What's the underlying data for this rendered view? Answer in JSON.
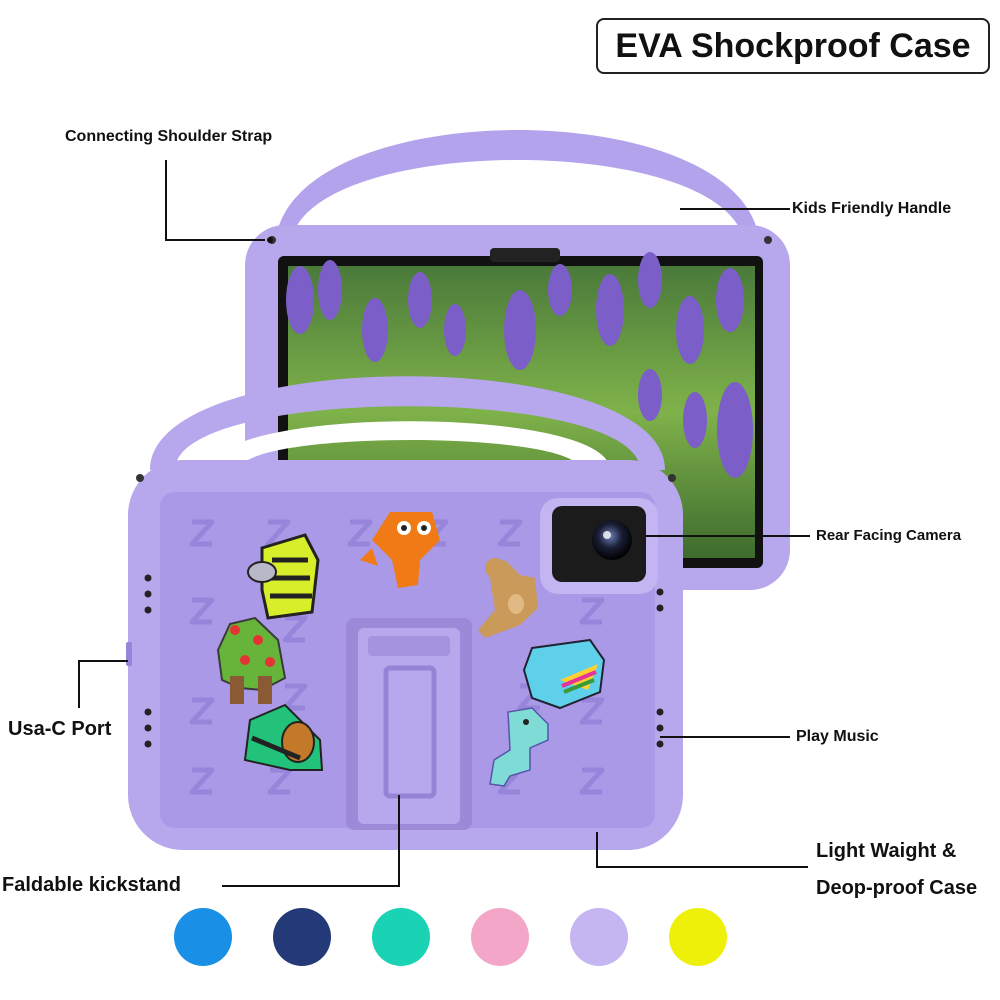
{
  "title": "EVA Shockproof Case",
  "labels": {
    "shoulder_strap": "Connecting Shoulder Strap",
    "handle": "Kids Friendly Handle",
    "camera": "Rear Facing Camera",
    "port": "Usa-C Port",
    "music": "Play Music",
    "kickstand": "Faldable kickstand",
    "light_line1": "Light Waight &",
    "light_line2": "Deop-proof Case"
  },
  "colors": {
    "case": "#b7a8ee",
    "case_dark": "#9e8de0",
    "swatches": [
      "#1a8fe6",
      "#243a78",
      "#19d3b4",
      "#f4a6c9",
      "#c5b6f2",
      "#eef00a"
    ]
  }
}
